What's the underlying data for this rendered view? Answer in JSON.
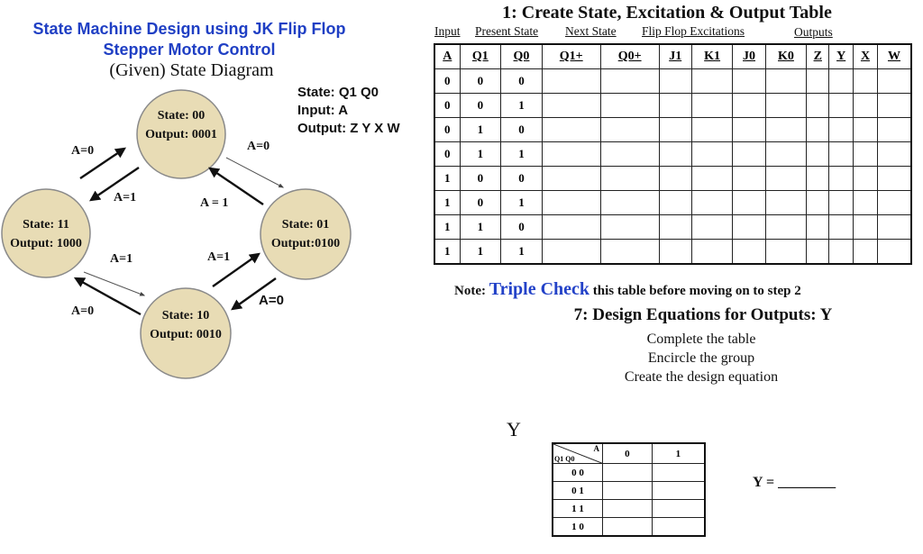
{
  "left_panel": {
    "title_line1": "State Machine Design using JK Flip Flop",
    "title_line2": "Stepper Motor Control",
    "subtitle": "(Given) State Diagram",
    "legend": {
      "state": "State: Q1 Q0",
      "input": "Input: A",
      "output": "Output: Z Y X W"
    },
    "states": [
      {
        "state": "State: 00",
        "output": "Output: 0001"
      },
      {
        "state": "State: 01",
        "output": "Output:0100"
      },
      {
        "state": "State: 10",
        "output": "Output: 0010"
      },
      {
        "state": "State: 11",
        "output": "Output: 1000"
      }
    ],
    "transitions": {
      "t11_to_00": "A=0",
      "t00_to_11": "A=1",
      "t00_to_01": "A=0",
      "t01_to_00": "A = 1",
      "t11_to_10": "A=1",
      "t10_to_11": "A=0",
      "t10_to_01": "A=1",
      "t01_to_10": "A=0"
    },
    "colors": {
      "state_fill": "#e8dcb5",
      "state_stroke": "#8a8a8a",
      "title_blue": "#1f3fc4",
      "triple_check_blue": "#2342c8"
    }
  },
  "step1": {
    "heading": "1: Create State, Excitation & Output Table",
    "groups": [
      "Input",
      "Present State",
      "Next State",
      "Flip Flop Excitations",
      "Outputs"
    ],
    "columns": [
      "A",
      "Q1",
      "Q0",
      "Q1+",
      "Q0+",
      "J1",
      "K1",
      "J0",
      "K0",
      "Z",
      "Y",
      "X",
      "W"
    ],
    "rows": [
      [
        "0",
        "0",
        "0"
      ],
      [
        "0",
        "0",
        "1"
      ],
      [
        "0",
        "1",
        "0"
      ],
      [
        "0",
        "1",
        "1"
      ],
      [
        "1",
        "0",
        "0"
      ],
      [
        "1",
        "0",
        "1"
      ],
      [
        "1",
        "1",
        "0"
      ],
      [
        "1",
        "1",
        "1"
      ]
    ],
    "note_prefix": "Note:",
    "note_emphasis": "Triple Check",
    "note_suffix": "this table before moving on to step 2"
  },
  "step7": {
    "heading": "7: Design Equations for Outputs: Y",
    "instructions": [
      "Complete the table",
      "Encircle the group",
      "Create the design equation"
    ],
    "output_label": "Y",
    "kmap": {
      "corner_top": "A",
      "corner_bottom": "Q1 Q0",
      "col_headers": [
        "0",
        "1"
      ],
      "row_headers": [
        "0 0",
        "0 1",
        "1 1",
        "1 0"
      ]
    },
    "equation_label": "Y = ________"
  }
}
